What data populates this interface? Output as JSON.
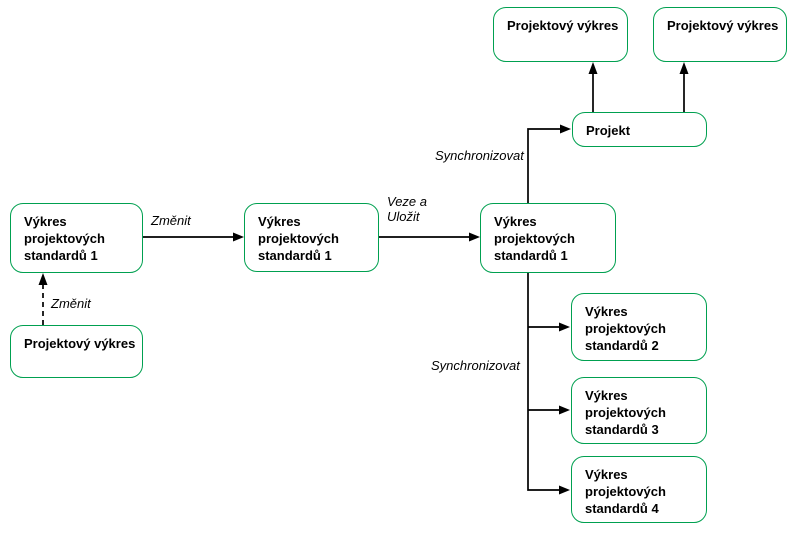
{
  "diagram": {
    "background_color": "#ffffff",
    "box_border_color": "#00a050",
    "box_text_color": "#000000",
    "connector_color": "#000000",
    "boxes": [
      {
        "id": "project-drawing-top-1",
        "label": "Projektový výkres"
      },
      {
        "id": "project-drawing-top-2",
        "label": "Projektový výkres"
      },
      {
        "id": "project",
        "label": "Projekt"
      },
      {
        "id": "standards-drawing-1-source",
        "label": "Výkres\nprojektových\nstandardů 1"
      },
      {
        "id": "standards-drawing-1-copy",
        "label": "Výkres\nprojektových\nstandardů 1"
      },
      {
        "id": "standards-drawing-1-central",
        "label": "Výkres\nprojektových\nstandardů 1"
      },
      {
        "id": "project-drawing-source",
        "label": "Projektový výkres"
      },
      {
        "id": "standards-drawing-2",
        "label": "Výkres\nprojektových\nstandardů 2"
      },
      {
        "id": "standards-drawing-3",
        "label": "Výkres\nprojektových\nstandardů 3"
      },
      {
        "id": "standards-drawing-4",
        "label": "Výkres\nprojektových\nstandardů 4"
      }
    ],
    "edge_labels": [
      {
        "id": "zmenit-horizontal",
        "text": "Změnit"
      },
      {
        "id": "veze-a-ulozit",
        "text": "Veze a\nUložit"
      },
      {
        "id": "zmenit-dashed",
        "text": "Změnit"
      },
      {
        "id": "synchronizovat-project",
        "text": "Synchronizovat"
      },
      {
        "id": "synchronizovat-standards",
        "text": "Synchronizovat"
      }
    ]
  }
}
